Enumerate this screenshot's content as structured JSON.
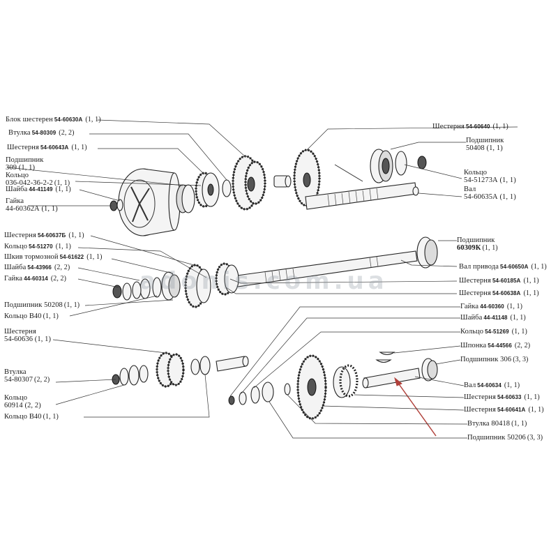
{
  "watermark": "adonis.com.ua",
  "colors": {
    "arrow": "#b0403a",
    "ink": "#1a1a1a",
    "leader": "#333333"
  },
  "labels": [
    {
      "id": "gear-block",
      "name": "Блок шестерен",
      "part": "54-60630А",
      "qty": "(1, 1)"
    },
    {
      "id": "bushing-1",
      "name": "Втулка",
      "part": "54-80309",
      "qty": "(2, 2)"
    },
    {
      "id": "gear-1",
      "name": "Шестерня",
      "part": "54-60643А",
      "qty": "(1, 1)"
    },
    {
      "id": "bearing-309",
      "name": "Подшипник",
      "line2": "309 (1, 1)"
    },
    {
      "id": "ring-036",
      "name": "Кольцо",
      "line2": "036-042-36-2-2",
      "qty": "(1, 1)"
    },
    {
      "id": "washer-1",
      "name": "Шайба",
      "part": "44-41149",
      "qty": "(1, 1)"
    },
    {
      "id": "nut-1",
      "name": "Гайка",
      "line2": "44-60362А (1, 1)"
    },
    {
      "id": "gear-2",
      "name": "Шестерня",
      "part": "54-60640",
      "qty": "(1, 1)"
    },
    {
      "id": "bearing-50408",
      "name": "Подшипник",
      "line2": "50408 (1, 1)"
    },
    {
      "id": "ring-2",
      "name": "Кольцо",
      "line2": "54-51273А (1, 1)"
    },
    {
      "id": "shaft-1",
      "name": "Вал",
      "line2": "54-60635А (1, 1)"
    },
    {
      "id": "gear-3",
      "name": "Шестерня",
      "part": "54-60637Б",
      "qty": "(1, 1)"
    },
    {
      "id": "ring-3",
      "name": "Кольцо",
      "part": "54-51270",
      "qty": "(1, 1)"
    },
    {
      "id": "brake-pulley",
      "name": "Шкив тормозной",
      "part": "54-61622",
      "qty": "(1, 1)"
    },
    {
      "id": "washer-2",
      "name": "Шайба",
      "part": "54-43966",
      "qty": "(2, 2)"
    },
    {
      "id": "nut-2",
      "name": "Гайка",
      "part": "44-60314",
      "qty": "(2, 2)"
    },
    {
      "id": "bearing-50208",
      "name": "Подшипник 50208",
      "qty": "(1, 1)"
    },
    {
      "id": "ring-b40-1",
      "name": "Кольцо В40",
      "qty": "(1, 1)"
    },
    {
      "id": "gear-4",
      "name": "Шестерня",
      "line2": "54-60636 (1, 1)"
    },
    {
      "id": "bushing-2",
      "name": "Втулка",
      "line2": "54-80307",
      "qty": "(2, 2)"
    },
    {
      "id": "ring-60914",
      "name": "Кольцо",
      "line2": "60914 (2, 2)"
    },
    {
      "id": "ring-b40-2",
      "name": "Кольцо В40",
      "qty": "(1, 1)"
    },
    {
      "id": "bearing-60309k",
      "name": "Подшипник",
      "line2": "60309К",
      "qty": "(1, 1)"
    },
    {
      "id": "drive-shaft",
      "name": "Вал привода",
      "part": "54-60650А",
      "qty": "(1, 1)"
    },
    {
      "id": "gear-5",
      "name": "Шестерня",
      "part": "54-60185А",
      "qty": "(1, 1)"
    },
    {
      "id": "gear-6",
      "name": "Шестерня",
      "part": "54-60638А",
      "qty": "(1, 1)"
    },
    {
      "id": "nut-3",
      "name": "Гайка",
      "part": "44-60360",
      "qty": "(1, 1)"
    },
    {
      "id": "washer-3",
      "name": "Шайба",
      "part": "44-41148",
      "qty": "(1, 1)"
    },
    {
      "id": "ring-4",
      "name": "Кольцо",
      "part": "54-51269",
      "qty": "(1, 1)"
    },
    {
      "id": "key",
      "name": "Шпонка",
      "part": "54-44566",
      "qty": "(2, 2)"
    },
    {
      "id": "bearing-306",
      "name": "Подшипник 306",
      "qty": "(3, 3)"
    },
    {
      "id": "shaft-2",
      "name": "Вал",
      "part": "54-60634",
      "qty": "(1, 1)"
    },
    {
      "id": "gear-7",
      "name": "Шестерня",
      "part": "54-60633",
      "qty": "(1, 1)"
    },
    {
      "id": "gear-8",
      "name": "Шестерня",
      "part": "54-60641А",
      "qty": "(1, 1)"
    },
    {
      "id": "bushing-80418",
      "name": "Втулка 80418",
      "qty": "(1, 1)"
    },
    {
      "id": "bearing-50206",
      "name": "Подшипник 50206",
      "qty": "(3, 3)"
    }
  ]
}
